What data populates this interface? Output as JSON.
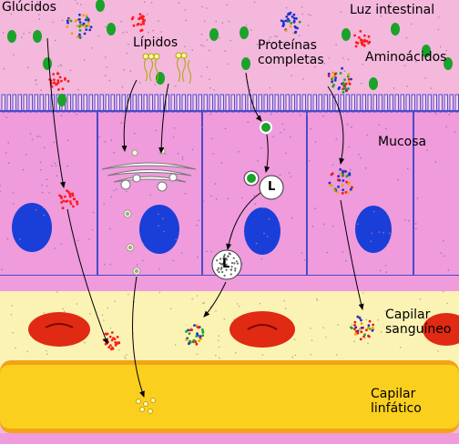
{
  "labels": {
    "glucidos": "Glúcidos",
    "lipidos": "Lípidos",
    "proteinas_line1": "Proteínas",
    "proteinas_line2": "completas",
    "luz_intestinal": "Luz intestinal",
    "aminoacidos": "Aminoácidos",
    "mucosa": "Mucosa",
    "capilar_sanguineo_line1": "Capilar",
    "capilar_sanguineo_line2": "sanguíneo",
    "capilar_linfatico_line1": "Capilar",
    "capilar_linfatico_line2": "linfático",
    "vesicle_marker": "L",
    "lysosome_marker": "L"
  },
  "colors": {
    "lumen": "#f4b8dc",
    "cell_fill": "#ef9bdc",
    "cell_border": "#4a4ac8",
    "microvilli": "#5050d0",
    "nucleus": "#1a3fd8",
    "blood_capillary": "#fbf3b4",
    "red_blood_cell": "#e02a14",
    "lymphatic_capillary": "#fbcf1e",
    "lymph_edge": "#f3a317",
    "protein_green": "#1ba22a",
    "sugar_red": "#ff1a1a",
    "aminoacid_mix": [
      "#e81a1a",
      "#1a2fd8",
      "#1ba22a",
      "#f0a000"
    ]
  },
  "icons": [
    "arrow-icon",
    "golgi-icon",
    "lipid-molecule-icon",
    "protein-molecule-icon",
    "lysosome-icon",
    "vesicle-icon",
    "red-blood-cell-icon"
  ]
}
